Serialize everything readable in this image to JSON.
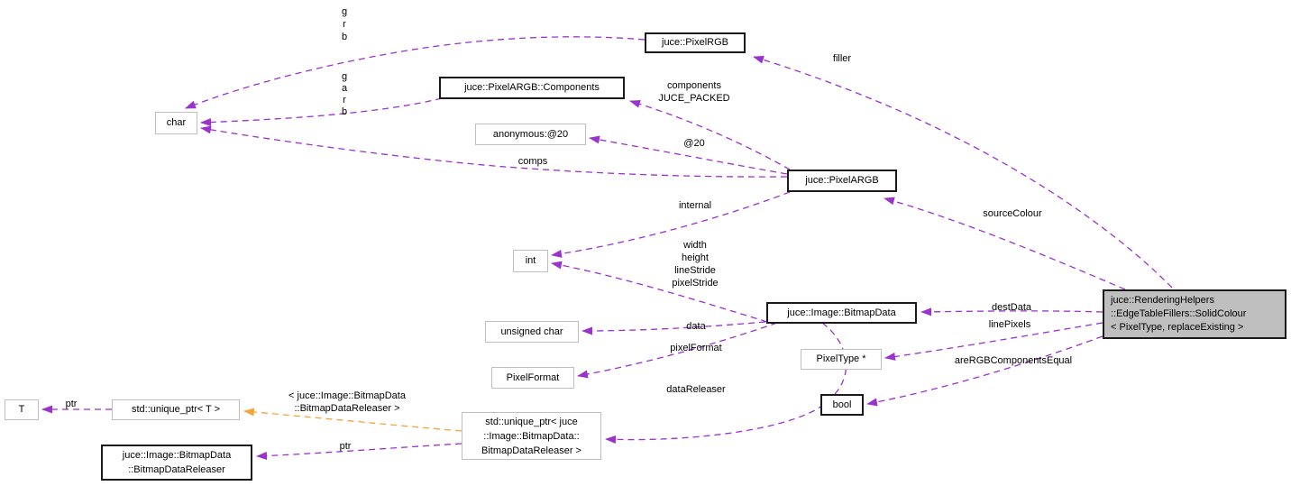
{
  "diagram": {
    "type": "doxygen-collaboration-diagram",
    "colors": {
      "edge": "#9a32cd",
      "template_edge": "#f5a43c",
      "main_node_fill": "#bfbfbf",
      "documented_border": "#1a1a1a",
      "undocumented_border": "#bfbfbf",
      "background": "#ffffff",
      "text": "#000000"
    },
    "nodes": {
      "char": "char",
      "pixel_rgb": "juce::PixelRGB",
      "pixel_argb_components": "juce::PixelARGB::Components",
      "anonymous_20": "anonymous:@20",
      "pixel_argb": "juce::PixelARGB",
      "int": "int",
      "bitmap_data": "juce::Image::BitmapData",
      "unsigned_char": "unsigned char",
      "pixel_format": "PixelFormat",
      "pixel_type_ptr": "PixelType *",
      "bool": "bool",
      "t": "T",
      "unique_ptr_t": "std::unique_ptr< T >",
      "bitmap_data_releaser": "juce::Image::BitmapData\n::BitmapDataReleaser",
      "unique_ptr_releaser": "std::unique_ptr< juce\n::Image::BitmapData::\nBitmapDataReleaser >",
      "solid_colour": "juce::RenderingHelpers\n::EdgeTableFillers::SolidColour\n< PixelType, replaceExisting >"
    },
    "edge_labels": {
      "g_r_b": "g\nr\nb",
      "g_a_r_b": "g\na\nr\nb",
      "comps": "comps",
      "filler": "filler",
      "components_packed": "components\nJUCE_PACKED",
      "at20": "@20",
      "internal": "internal",
      "source_colour": "sourceColour",
      "bitmap_dims": "width\nheight\nlineStride\npixelStride",
      "dest_data": "destData",
      "line_pixels": "linePixels",
      "data": "data",
      "pixel_format": "pixelFormat",
      "data_releaser": "dataReleaser",
      "are_rgb_equal": "areRGBComponentsEqual",
      "template_args": "< juce::Image::BitmapData\n::BitmapDataReleaser >",
      "ptr_left": "ptr",
      "ptr_right": "ptr"
    }
  }
}
